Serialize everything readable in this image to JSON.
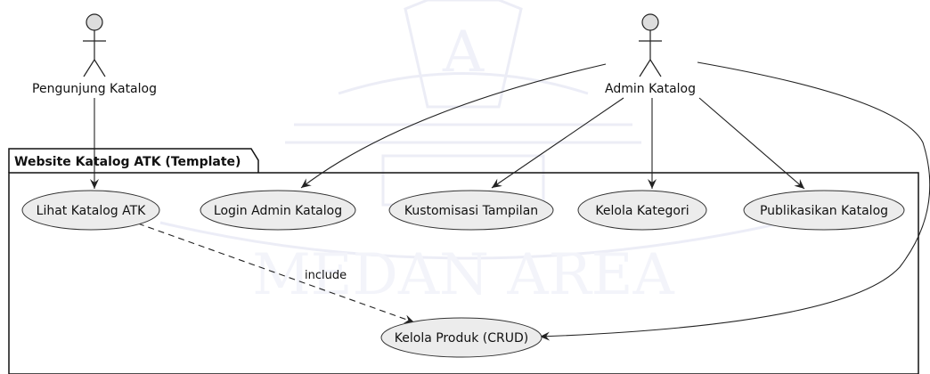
{
  "package": {
    "title": "Website Katalog ATK (Template)"
  },
  "actors": [
    {
      "id": "pengunjung",
      "label": "Pengunjung Katalog"
    },
    {
      "id": "admin",
      "label": "Admin Katalog"
    }
  ],
  "usecases": [
    {
      "id": "lihat",
      "label": "Lihat Katalog ATK"
    },
    {
      "id": "login",
      "label": "Login Admin Katalog"
    },
    {
      "id": "kustom",
      "label": "Kustomisasi Tampilan"
    },
    {
      "id": "kategori",
      "label": "Kelola Kategori"
    },
    {
      "id": "publikasi",
      "label": "Publikasikan Katalog"
    },
    {
      "id": "produk",
      "label": "Kelola Produk (CRUD)"
    }
  ],
  "relations": [
    {
      "from": "pengunjung",
      "to": "lihat",
      "type": "association"
    },
    {
      "from": "admin",
      "to": "login",
      "type": "association"
    },
    {
      "from": "admin",
      "to": "kustom",
      "type": "association"
    },
    {
      "from": "admin",
      "to": "kategori",
      "type": "association"
    },
    {
      "from": "admin",
      "to": "publikasi",
      "type": "association"
    },
    {
      "from": "admin",
      "to": "produk",
      "type": "association"
    },
    {
      "from": "lihat",
      "to": "produk",
      "type": "include",
      "label": "include"
    }
  ],
  "colors": {
    "usecase_fill": "#ececec",
    "actor_head": "#dddddd",
    "line": "#222222",
    "watermark": "#c9cce8"
  }
}
